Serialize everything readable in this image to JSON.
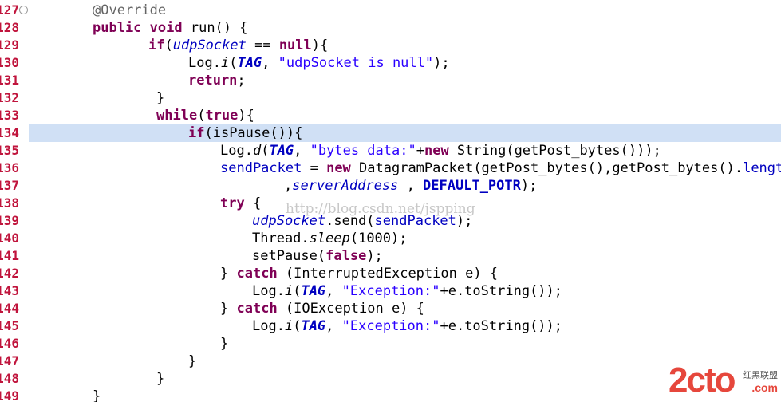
{
  "editor": {
    "lines": [
      {
        "n": "127",
        "fold": true
      },
      {
        "n": "128"
      },
      {
        "n": "129"
      },
      {
        "n": "130"
      },
      {
        "n": "131"
      },
      {
        "n": "132"
      },
      {
        "n": "133"
      },
      {
        "n": "134",
        "highlighted": true
      },
      {
        "n": "135"
      },
      {
        "n": "136"
      },
      {
        "n": "137"
      },
      {
        "n": "138"
      },
      {
        "n": "139"
      },
      {
        "n": "140"
      },
      {
        "n": "141"
      },
      {
        "n": "142"
      },
      {
        "n": "143"
      },
      {
        "n": "144"
      },
      {
        "n": "145"
      },
      {
        "n": "146"
      },
      {
        "n": "147"
      },
      {
        "n": "148"
      },
      {
        "n": "149"
      }
    ],
    "tokens": {
      "override": "@Override",
      "public": "public",
      "void": "void",
      "run": " run() {",
      "if": "if",
      "udpSocket": "udpSocket",
      "eqnull_a": " == ",
      "null": "null",
      "eqnull_b": "){",
      "log": "Log.",
      "i": "i",
      "d": "d",
      "tag": "TAG",
      "str_null": "\"udpSocket is null\"",
      "close_call": ");",
      "return": "return",
      "semi": ";",
      "rbrace": "}",
      "while": "while",
      "true": "true",
      "while_end": "){",
      "ifpause": "if",
      "ispause": "(isPause()){",
      "str_bytes": "\"bytes data:\"",
      "plus": "+",
      "new": "new",
      "string_call": " String(getPost_bytes()));",
      "sendPacket": "sendPacket",
      "assign": " = ",
      "dgram": " DatagramPacket(getPost_bytes(),getPost_bytes().",
      "length": "length",
      "comma": ",",
      "serverAddress": "serverAddress",
      "default_potr": "DEFAULT_POTR",
      "try": "try",
      "lbrace": " {",
      "send": ".send(",
      "thread": "Thread.",
      "sleep": "sleep",
      "sleep_arg": "(1000);",
      "setpause": "setPause(",
      "false": "false",
      "catch": "catch",
      "interrupted": " (InterruptedException e) {",
      "ioexc": " (IOException e) {",
      "str_exc": "\"Exception:\"",
      "tostring": "+e.toString());",
      "open_paren": "(",
      "comma_sp": ", "
    }
  },
  "watermark": "http://blog.csdn.net/jspping",
  "logo": {
    "big": "2cto",
    "small": "红黑联盟",
    "domain": ".com"
  }
}
